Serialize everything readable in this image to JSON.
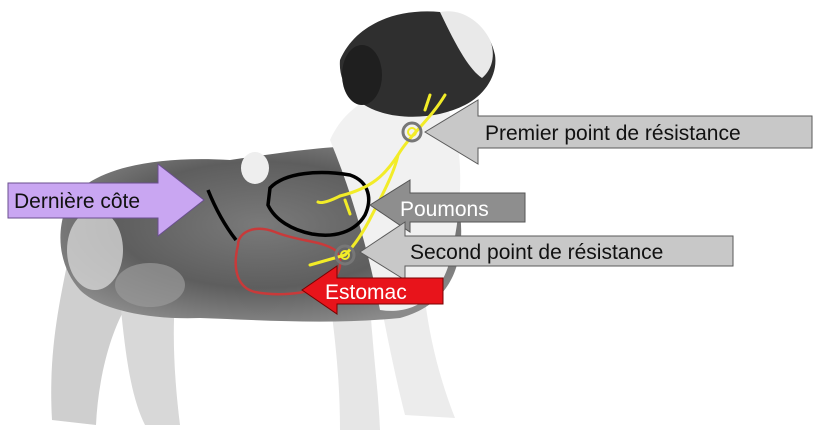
{
  "labels": {
    "premier": "Premier point de résistance",
    "derniere_cote": "Dernière côte",
    "poumons": "Poumons",
    "second": "Second point de résistance",
    "estomac": "Estomac"
  },
  "colors": {
    "arrow_gray": "#c8c8c8",
    "arrow_dark": "#8e8e8e",
    "arrow_purple": "#c9a6f2",
    "arrow_red": "#e8141b",
    "trachea": "#f2ec28",
    "lung_outline": "#000000",
    "stomach_outline": "#c83a3a"
  },
  "icons": {
    "dog": "dog-silhouette-icon",
    "rings": "ring-marker-icon"
  }
}
